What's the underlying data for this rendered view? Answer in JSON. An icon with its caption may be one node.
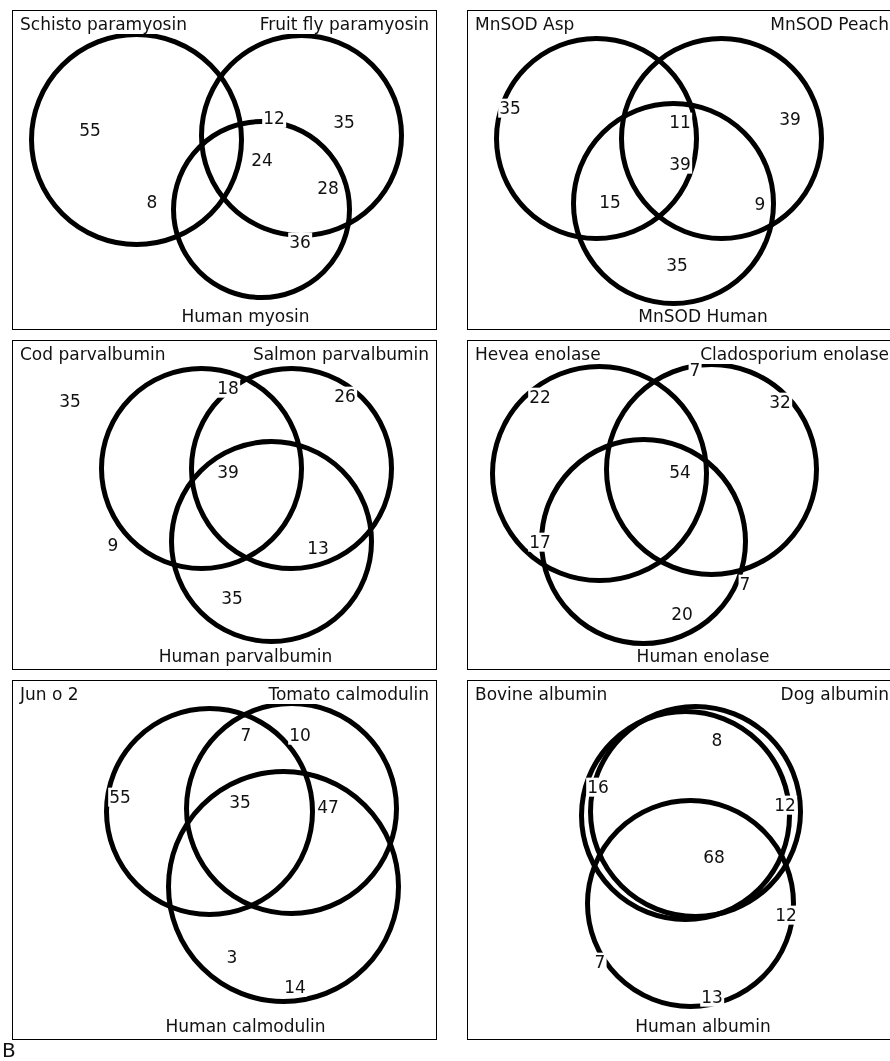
{
  "diagram": {
    "nodes": [
      {
        "text": [
          "Schisto paramyosin",
          "Fruit fly paramyosin",
          "Human myosin"
        ]
      },
      {
        "text": [],
        "shape": "circle",
        "in": 0
      },
      {
        "text": [],
        "shape": "circle",
        "in": 0
      },
      {
        "text": [],
        "shape": "circle",
        "in": 0
      },
      {
        "text": [
          "MnSOD Asp",
          "MnSOD Peach",
          "MnSOD Human"
        ]
      },
      {
        "text": [],
        "shape": "circle",
        "in": 4
      },
      {
        "text": [],
        "shape": "circle",
        "in": 4
      },
      {
        "text": [],
        "shape": "circle",
        "in": 4
      },
      {
        "text": [
          "Cod parvalbumin",
          "Salmon parvalbumin",
          "Human parvalbumin"
        ]
      },
      {
        "text": [],
        "shape": "circle",
        "in": 8
      },
      {
        "text": [],
        "shape": "circle",
        "in": 8
      },
      {
        "text": [],
        "shape": "circle",
        "in": 8
      },
      {
        "text": [
          "Hevea enolase",
          "Cladosporium enolase",
          "Human enolase"
        ]
      },
      {
        "text": [],
        "shape": "circle",
        "in": 12
      },
      {
        "text": [],
        "shape": "circle",
        "in": 12
      },
      {
        "text": [],
        "shape": "circle",
        "in": 12
      },
      {
        "text": [
          "Jun o 2",
          "Tomato calmodulin",
          "Human calmodulin"
        ]
      },
      {
        "text": [],
        "shape": "circle",
        "in": 16
      },
      {
        "text": [],
        "shape": "circle",
        "in": 16
      },
      {
        "text": [],
        "shape": "circle",
        "in": 16
      },
      {
        "text": [
          "Bovine albumin",
          "Dog albumin",
          "Human albumin"
        ]
      },
      {
        "text": [],
        "shape": "circle",
        "in": 20
      },
      {
        "text": [],
        "shape": "circle",
        "in": 20
      },
      {
        "text": [],
        "shape": "circle",
        "in": 20
      }
    ],
    "labels": [
      "12",
      "35",
      "55",
      "24",
      "28",
      "8",
      "36",
      "11",
      "35",
      "39",
      "39",
      "15",
      "9",
      "35",
      "18",
      "35",
      "26",
      "39",
      "9",
      "13",
      "35",
      "7",
      "22",
      "32",
      "54",
      "17",
      "7",
      "20",
      "7",
      "10",
      "55",
      "35",
      "47",
      "3",
      "14",
      "8",
      "16",
      "12",
      "68",
      "12",
      "7",
      "13",
      "B"
    ]
  }
}
